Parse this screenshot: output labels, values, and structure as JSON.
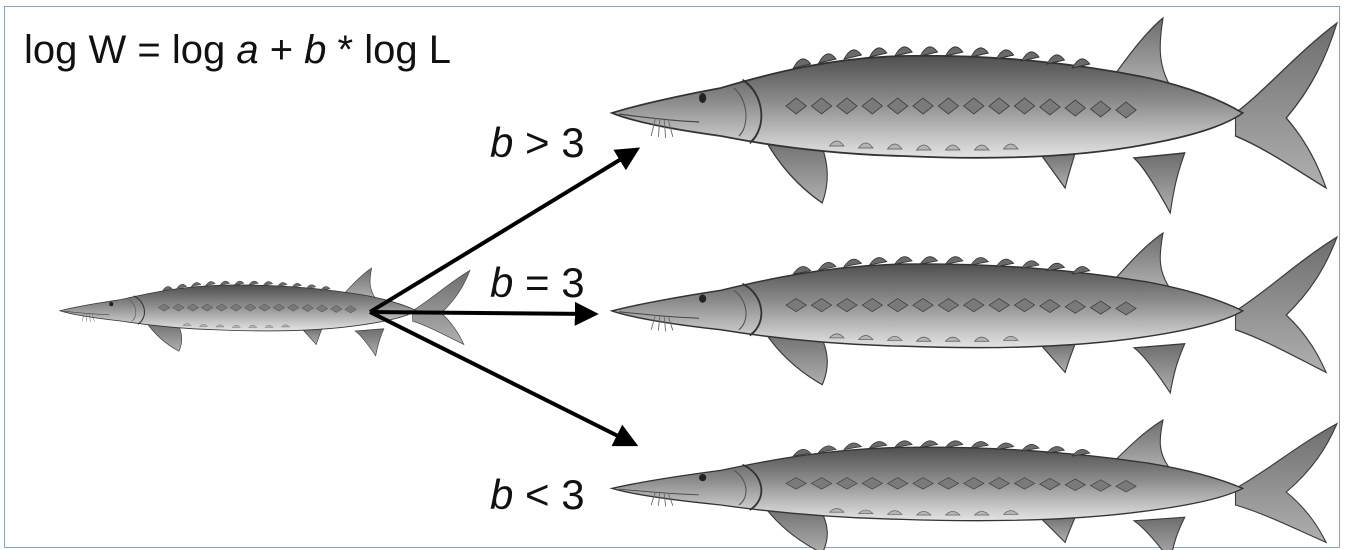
{
  "equation": {
    "p1": "log W = log ",
    "a": "a",
    "p2": " + ",
    "b": "b",
    "p3": " * log L"
  },
  "branches": [
    {
      "b": "b",
      "rest": " > 3"
    },
    {
      "b": "b",
      "rest": " = 3"
    },
    {
      "b": "b",
      "rest": " < 3"
    }
  ],
  "colors": {
    "border": "#8aa1c4",
    "arrow": "#000000",
    "fish_body": "#8a8a8a",
    "fish_belly": "#dcdcdc",
    "fish_dark": "#4a4a4a"
  }
}
